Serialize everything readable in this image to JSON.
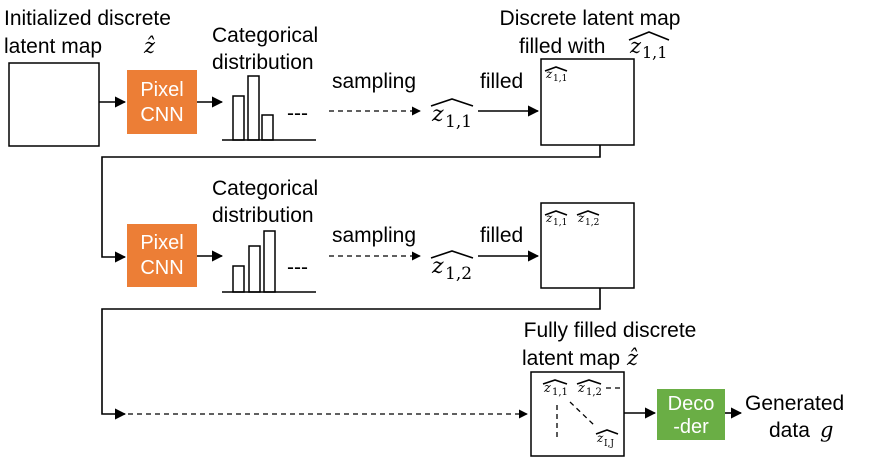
{
  "labels": {
    "init_line1": "Initialized discrete",
    "init_line2": "latent map",
    "z_hat": "ẑ",
    "cat1_line1": "Categorical",
    "cat1_line2": "distribution",
    "sampling": "sampling",
    "filled": "filled",
    "map1_line1": "Discrete latent map",
    "map1_line2": "filled with",
    "cat2_line1": "Categorical",
    "cat2_line2": "distribution",
    "full_line1": "Fully filled discrete",
    "full_line2": "latent map",
    "gen_line1": "Generated",
    "gen_line2": "data",
    "g": "g",
    "dashes": "---"
  },
  "pixelcnn": {
    "line1": "Pixel",
    "line2": "CNN",
    "color": "#EC7E36"
  },
  "decoder": {
    "line1": "Deco",
    "line2": "-der",
    "color": "#6AAE45"
  },
  "symbols": {
    "z": "z",
    "idx_1_1": "1,1",
    "idx_1_2": "1,2",
    "idx_I_J": "I,J"
  }
}
